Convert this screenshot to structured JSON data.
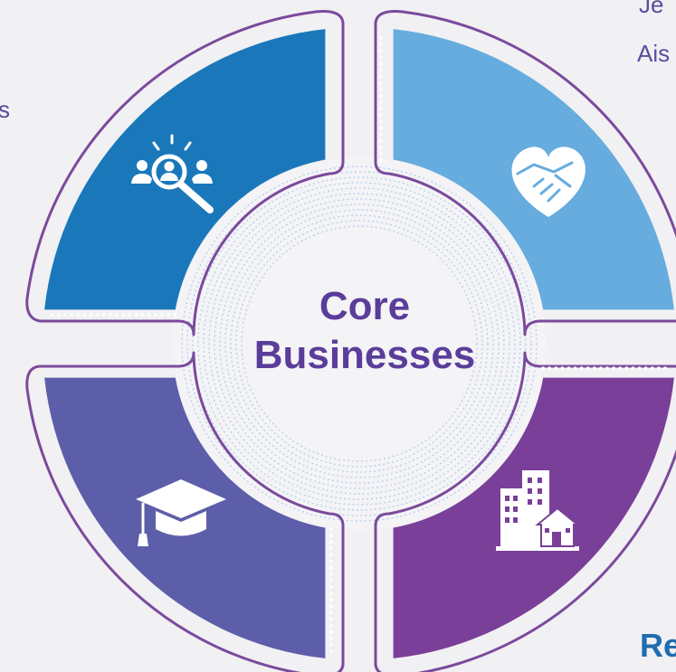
{
  "diagram": {
    "center": {
      "line1": "Core",
      "line2": "Businesses"
    },
    "segments": [
      {
        "id": "top-left",
        "color": "#1a78ba",
        "icon": "talent-search-icon"
      },
      {
        "id": "top-right",
        "color": "#66acde",
        "icon": "handshake-heart-icon"
      },
      {
        "id": "bottom-left",
        "color": "#5d5ea9",
        "icon": "graduation-cap-icon"
      },
      {
        "id": "bottom-right",
        "color": "#7a3f98",
        "icon": "real-estate-buildings-icon"
      }
    ],
    "outline_color": "#7b4a9c"
  },
  "edge_text": {
    "top_right_1": "Je",
    "top_right_2": "Ais",
    "left": "s",
    "bottom_right": "Re"
  }
}
